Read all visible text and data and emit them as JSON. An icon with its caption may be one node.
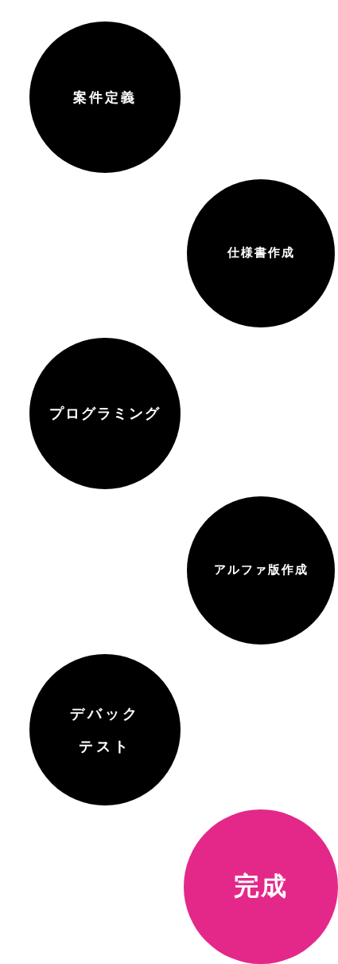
{
  "diagram": {
    "nodes": [
      {
        "text": [
          "案件定義"
        ]
      },
      {
        "text": [
          "仕様書作成"
        ]
      },
      {
        "text": [
          "プログラミング"
        ]
      },
      {
        "text": [
          "アルファ版作成"
        ]
      },
      {
        "text": [
          "デバックテスト"
        ]
      },
      {
        "text": [
          "完成"
        ]
      }
    ]
  }
}
